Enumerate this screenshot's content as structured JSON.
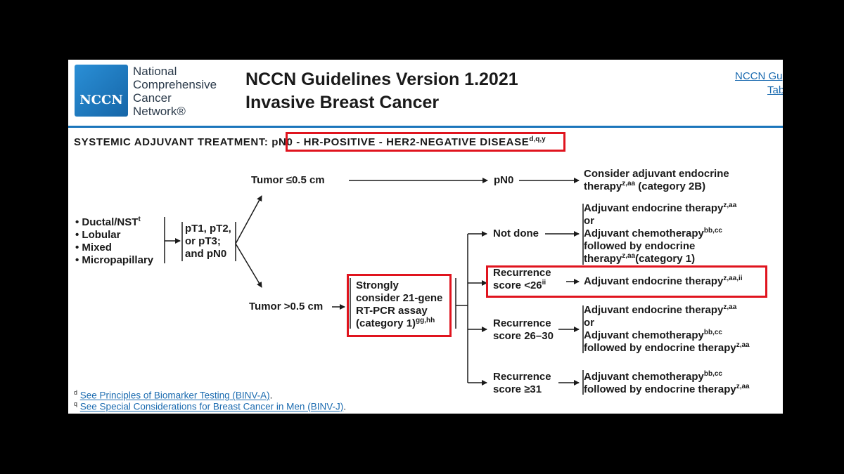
{
  "header": {
    "logo_text": "NCCN",
    "org_lines": [
      "National",
      "Comprehensive",
      "Cancer",
      "Network®"
    ],
    "title_line1": "NCCN Guidelines Version 1.2021",
    "title_line2": "Invasive Breast Cancer",
    "nav_link1": "NCCN Gu",
    "nav_link2": "Tab"
  },
  "section": {
    "heading_prefix": "SYSTEMIC ADJUVANT TREATMENT: ",
    "heading_highlight": "pN0 - HR-POSITIVE - HER2-NEGATIVE DISEASE",
    "heading_sup": "d,q,y"
  },
  "flow": {
    "histology": [
      "Ductal/NST",
      "Lobular",
      "Mixed",
      "Micropapillary"
    ],
    "histology_first_sup": "t",
    "stage": [
      "pT1, pT2,",
      "or pT3;",
      "and pN0"
    ],
    "tumor_small": "Tumor ≤0.5 cm",
    "tumor_large": "Tumor >0.5 cm",
    "pn0": "pN0",
    "small_rec_line1": "Consider adjuvant endocrine",
    "small_rec_line2_pre": "therapy",
    "small_rec_line2_sup": "z,aa",
    "small_rec_line2_post": " (category 2B)",
    "assay": [
      "Strongly",
      "consider 21-gene",
      "RT-PCR assay",
      "(category 1)"
    ],
    "assay_sup": "gg,hh",
    "not_done": "Not done",
    "rs_low_line1": "Recurrence",
    "rs_low_line2": "score <26",
    "rs_low_sup": "ii",
    "rs_mid_line1": "Recurrence",
    "rs_mid_line2": "score 26–30",
    "rs_high_line1": "Recurrence",
    "rs_high_line2": "score ≥31",
    "nd_rec": {
      "l1": "Adjuvant endocrine therapy",
      "l1_sup": "z,aa",
      "l2": "or",
      "l3": "Adjuvant chemotherapy",
      "l3_sup": "bb,cc",
      "l4": "followed by endocrine",
      "l5": "therapy",
      "l5_sup": "z,aa",
      "l5_post": "(category 1)"
    },
    "low_rec": "Adjuvant endocrine therapy",
    "low_rec_sup": "z,aa,ii",
    "mid_rec": {
      "l1": "Adjuvant endocrine therapy",
      "l1_sup": "z,aa",
      "l2": "or",
      "l3": "Adjuvant chemotherapy",
      "l3_sup": "bb,cc",
      "l4": "followed by endocrine therapy",
      "l4_sup": "z,aa"
    },
    "high_rec": {
      "l1": "Adjuvant chemotherapy",
      "l1_sup": "bb,cc",
      "l2": "followed by endocrine therapy",
      "l2_sup": "z,aa"
    }
  },
  "footnotes": [
    {
      "mark": "d",
      "text": "See Principles of Biomarker Testing (BINV-A)",
      "post": "."
    },
    {
      "mark": "q",
      "text": "See Special Considerations for Breast Cancer in Men (BINV-J)",
      "post": "."
    }
  ],
  "colors": {
    "accent": "#1b75bb",
    "highlight": "#e0141e",
    "link": "#1b6bb0"
  }
}
